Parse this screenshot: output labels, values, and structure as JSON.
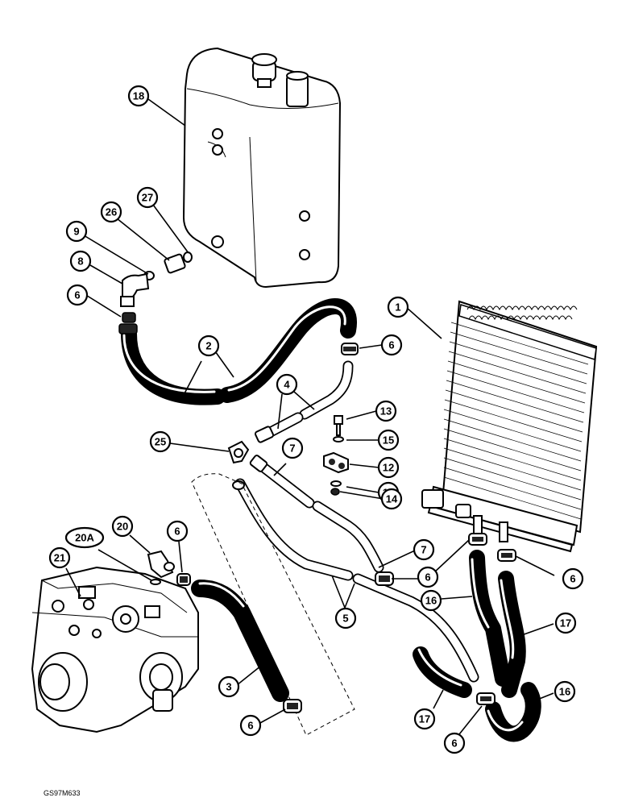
{
  "figure_code": "GS97M633",
  "callouts": [
    {
      "id": "c18",
      "label": "18"
    },
    {
      "id": "c26",
      "label": "26"
    },
    {
      "id": "c27",
      "label": "27"
    },
    {
      "id": "c9",
      "label": "9"
    },
    {
      "id": "c8",
      "label": "8"
    },
    {
      "id": "c6a",
      "label": "6"
    },
    {
      "id": "c1",
      "label": "1"
    },
    {
      "id": "c2",
      "label": "2"
    },
    {
      "id": "c6b",
      "label": "6"
    },
    {
      "id": "c4",
      "label": "4"
    },
    {
      "id": "c13",
      "label": "13"
    },
    {
      "id": "c25",
      "label": "25"
    },
    {
      "id": "c15a",
      "label": "15"
    },
    {
      "id": "c7a",
      "label": "7"
    },
    {
      "id": "c12",
      "label": "12"
    },
    {
      "id": "c15b",
      "label": "15"
    },
    {
      "id": "c14",
      "label": "14"
    },
    {
      "id": "c20",
      "label": "20"
    },
    {
      "id": "c6c",
      "label": "6"
    },
    {
      "id": "c20a",
      "label": "20A"
    },
    {
      "id": "c21",
      "label": "21"
    },
    {
      "id": "c7b",
      "label": "7"
    },
    {
      "id": "c6d",
      "label": "6"
    },
    {
      "id": "c6e",
      "label": "6"
    },
    {
      "id": "c6f",
      "label": "6"
    },
    {
      "id": "c16a",
      "label": "16"
    },
    {
      "id": "c5",
      "label": "5"
    },
    {
      "id": "c17a",
      "label": "17"
    },
    {
      "id": "c3",
      "label": "3"
    },
    {
      "id": "c6g",
      "label": "6"
    },
    {
      "id": "c17b",
      "label": "17"
    },
    {
      "id": "c16b",
      "label": "16"
    },
    {
      "id": "c6h",
      "label": "6"
    }
  ]
}
